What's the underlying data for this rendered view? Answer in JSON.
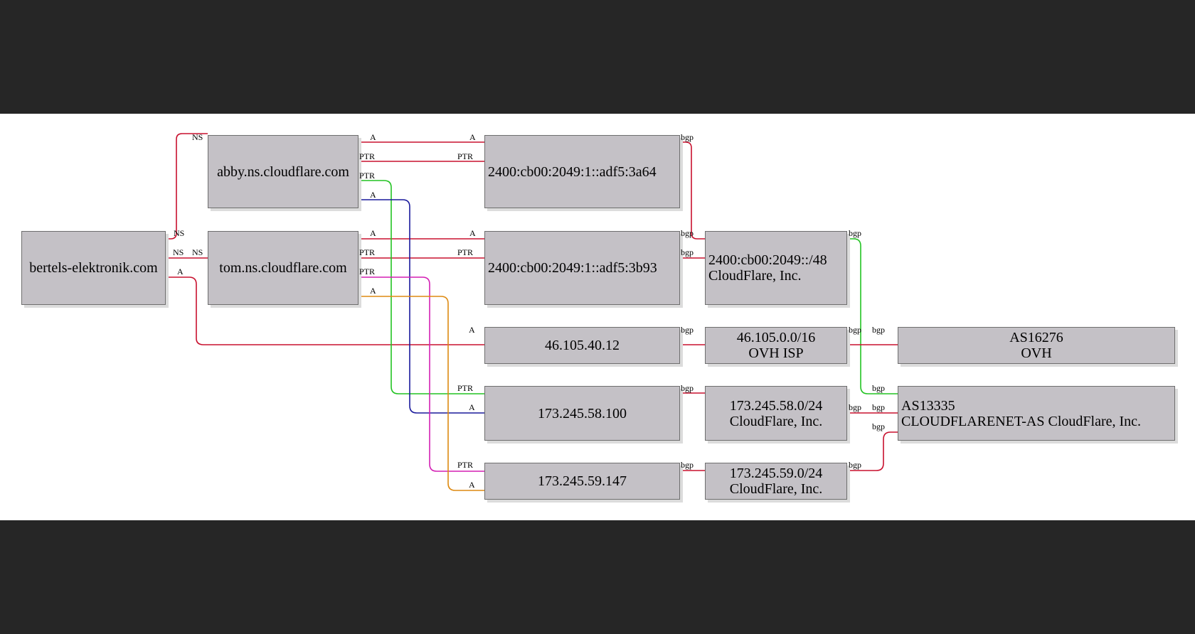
{
  "nodes": {
    "domain": {
      "name": "bertels-elektronik.com"
    },
    "abby": {
      "name": "abby.ns.cloudflare.com"
    },
    "tom": {
      "name": "tom.ns.cloudflare.com"
    },
    "ipv6a": {
      "name": "2400:cb00:2049:1::adf5:3a64"
    },
    "ipv6b": {
      "name": "2400:cb00:2049:1::adf5:3b93"
    },
    "ip46": {
      "name": "46.105.40.12"
    },
    "ip17358": {
      "name": "173.245.58.100"
    },
    "ip17359": {
      "name": "173.245.59.147"
    },
    "net6": {
      "line1": "2400:cb00:2049::/48",
      "line2": "CloudFlare, Inc."
    },
    "net46": {
      "line1": "46.105.0.0/16",
      "line2": "OVH ISP"
    },
    "net58": {
      "line1": "173.245.58.0/24",
      "line2": "CloudFlare, Inc."
    },
    "net59": {
      "line1": "173.245.59.0/24",
      "line2": "CloudFlare, Inc."
    },
    "as16276": {
      "line1": "AS16276",
      "line2": "OVH"
    },
    "as13335": {
      "line1": "AS13335",
      "line2": "CLOUDFLARENET-AS CloudFlare, Inc."
    }
  },
  "record_types": {
    "ns": "NS",
    "a": "A",
    "ptr": "PTR",
    "bgp": "bgp"
  },
  "colors": {
    "red": "#c8102e",
    "green": "#22c322",
    "blue": "#1a1a9c",
    "magenta": "#d31fb4",
    "orange": "#de8a12"
  }
}
